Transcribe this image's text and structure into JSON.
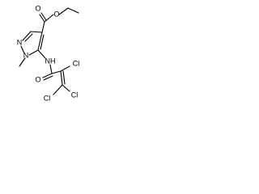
{
  "molecule": {
    "atoms": {
      "ester_o_carbonyl": "O",
      "ester_o_ether": "O",
      "ring_n1": "N",
      "ring_n2": "N",
      "amide_nh": "NH",
      "amide_o": "O",
      "cl_a": "Cl",
      "cl_b": "Cl",
      "cl_c": "Cl"
    }
  }
}
